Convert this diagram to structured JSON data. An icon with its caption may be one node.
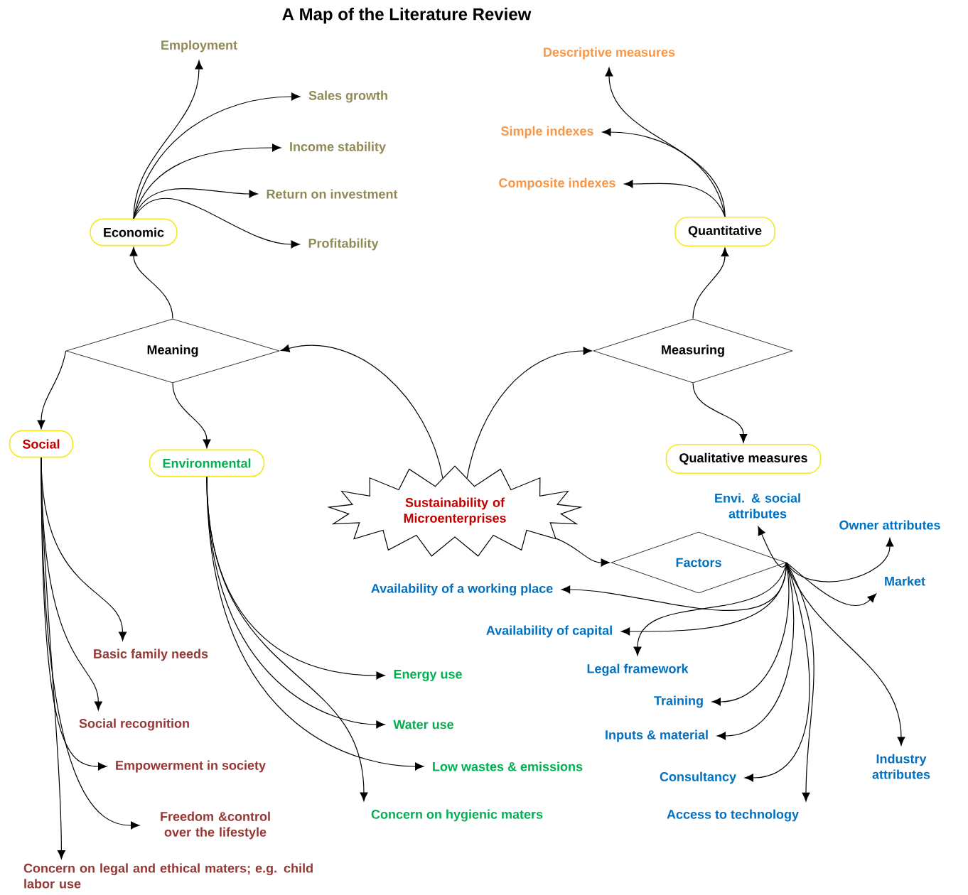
{
  "diagram": {
    "title": "A Map of the Literature Review",
    "nodes": [
      {
        "text": [
          "Economic"
        ]
      },
      {
        "text": [
          "Employment"
        ]
      },
      {
        "text": [
          "Sales growth"
        ]
      },
      {
        "text": [
          "Income stability"
        ]
      },
      {
        "text": [
          "Return on investment"
        ]
      },
      {
        "text": [
          "Profitability"
        ]
      },
      {
        "text": [
          "Quantitative"
        ]
      },
      {
        "text": [
          "Descriptive measures"
        ]
      },
      {
        "text": [
          "Simple indexes"
        ]
      },
      {
        "text": [
          "Composite indexes"
        ]
      },
      {
        "text": [
          "Meaning"
        ]
      },
      {
        "text": [
          "Measuring"
        ]
      },
      {
        "text": [
          "Social"
        ]
      },
      {
        "text": [
          "Environmental"
        ]
      },
      {
        "text": [
          "Sustainability of Microenterprises"
        ]
      },
      {
        "text": [
          "Qualitative measures"
        ]
      },
      {
        "text": [
          "Factors"
        ]
      },
      {
        "text": [
          "Envi. & social attributes"
        ]
      },
      {
        "text": [
          "Owner attributes"
        ]
      },
      {
        "text": [
          "Market"
        ]
      },
      {
        "text": [
          "Availability of a working place"
        ]
      },
      {
        "text": [
          "Availability of capital"
        ]
      },
      {
        "text": [
          "Legal framework"
        ]
      },
      {
        "text": [
          "Training"
        ]
      },
      {
        "text": [
          "Inputs & material"
        ]
      },
      {
        "text": [
          "Consultancy"
        ]
      },
      {
        "text": [
          "Industry attributes"
        ]
      },
      {
        "text": [
          "Access to technology"
        ]
      },
      {
        "text": [
          "Basic family needs"
        ]
      },
      {
        "text": [
          "Social recognition"
        ]
      },
      {
        "text": [
          "Empowerment in society"
        ]
      },
      {
        "text": [
          "Freedom &control over the lifestyle"
        ]
      },
      {
        "text": [
          "Concern on legal and ethical maters; e.g. child labor use"
        ]
      },
      {
        "text": [
          "Energy use"
        ]
      },
      {
        "text": [
          "Water use"
        ]
      },
      {
        "text": [
          "Low wastes & emissions"
        ]
      },
      {
        "text": [
          "Concern on hygienic maters"
        ]
      }
    ],
    "edges": [
      {
        "from": 14,
        "to": 10,
        "arrow": "to"
      },
      {
        "from": 14,
        "to": 11,
        "arrow": "to"
      },
      {
        "from": 10,
        "to": 0,
        "arrow": "to"
      },
      {
        "from": 10,
        "to": 12,
        "arrow": "to"
      },
      {
        "from": 10,
        "to": 13,
        "arrow": "to"
      },
      {
        "from": 11,
        "to": 6,
        "arrow": "to"
      },
      {
        "from": 11,
        "to": 15,
        "arrow": "to"
      },
      {
        "from": 14,
        "to": 16,
        "arrow": "to"
      },
      {
        "from": 0,
        "to": 1,
        "arrow": "to"
      },
      {
        "from": 0,
        "to": 2,
        "arrow": "to"
      },
      {
        "from": 0,
        "to": 3,
        "arrow": "to"
      },
      {
        "from": 0,
        "to": 4,
        "arrow": "to"
      },
      {
        "from": 0,
        "to": 5,
        "arrow": "to"
      },
      {
        "from": 6,
        "to": 7,
        "arrow": "to"
      },
      {
        "from": 6,
        "to": 8,
        "arrow": "to"
      },
      {
        "from": 6,
        "to": 9,
        "arrow": "to"
      },
      {
        "from": 16,
        "to": 17,
        "arrow": "to"
      },
      {
        "from": 16,
        "to": 18,
        "arrow": "to"
      },
      {
        "from": 16,
        "to": 19,
        "arrow": "to"
      },
      {
        "from": 16,
        "to": 20,
        "arrow": "to"
      },
      {
        "from": 16,
        "to": 21,
        "arrow": "to"
      },
      {
        "from": 16,
        "to": 22,
        "arrow": "to"
      },
      {
        "from": 16,
        "to": 23,
        "arrow": "to"
      },
      {
        "from": 16,
        "to": 24,
        "arrow": "to"
      },
      {
        "from": 16,
        "to": 25,
        "arrow": "to"
      },
      {
        "from": 16,
        "to": 26,
        "arrow": "to"
      },
      {
        "from": 16,
        "to": 27,
        "arrow": "to"
      },
      {
        "from": 12,
        "to": 28,
        "arrow": "to"
      },
      {
        "from": 12,
        "to": 29,
        "arrow": "to"
      },
      {
        "from": 12,
        "to": 30,
        "arrow": "to"
      },
      {
        "from": 12,
        "to": 31,
        "arrow": "to"
      },
      {
        "from": 12,
        "to": 32,
        "arrow": "to"
      },
      {
        "from": 13,
        "to": 33,
        "arrow": "to"
      },
      {
        "from": 13,
        "to": 34,
        "arrow": "to"
      },
      {
        "from": 13,
        "to": 35,
        "arrow": "to"
      },
      {
        "from": 13,
        "to": 36,
        "arrow": "to"
      }
    ]
  }
}
